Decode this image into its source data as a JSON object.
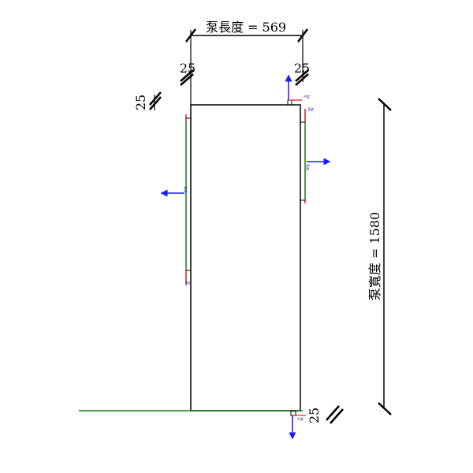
{
  "dimensions": {
    "length_label": "泵長度 = 569",
    "width_label": "泵寬度 = 1580",
    "offset_top_left": "25",
    "offset_top_right": "25",
    "offset_left": "25",
    "offset_bottom_right": "25"
  },
  "tags": {
    "width_tag": "寬度",
    "height_tag": "高度",
    "depth_tag": "中度"
  },
  "colors": {
    "outline": "#000000",
    "reference_plane": "#1a7a1a",
    "x_axis": "#d02020",
    "arrow": "#1a1aff"
  }
}
